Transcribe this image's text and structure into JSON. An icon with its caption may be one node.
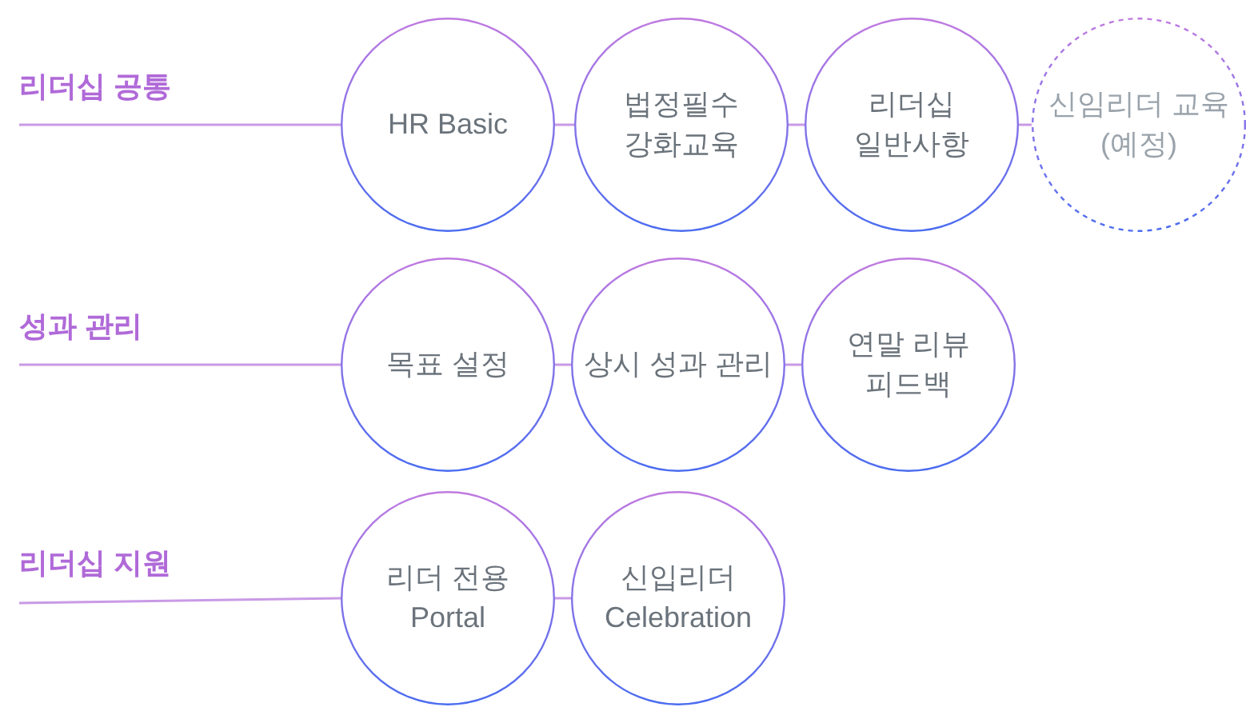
{
  "diagram": {
    "nodes": [
      {
        "text": [
          "리더십 공통"
        ]
      },
      {
        "text": [
          "HR Basic"
        ]
      },
      {
        "text": [
          "법정필수 강화교육"
        ]
      },
      {
        "text": [
          "리더십 일반사항"
        ]
      },
      {
        "text": [
          "신임리더 교육 (예정)"
        ]
      },
      {
        "text": [
          "성과 관리"
        ]
      },
      {
        "text": [
          "목표 설정"
        ]
      },
      {
        "text": [
          "상시 성과 관리"
        ]
      },
      {
        "text": [
          "연말 리뷰 피드백"
        ]
      },
      {
        "text": [
          "리더십 지원"
        ]
      },
      {
        "text": [
          "리더 전용 Portal"
        ]
      },
      {
        "text": [
          "신입리더 Celebration"
        ]
      }
    ],
    "edges": [
      {
        "from": 0,
        "to": 1,
        "arrow": "none"
      },
      {
        "from": 1,
        "to": 2,
        "arrow": "none"
      },
      {
        "from": 2,
        "to": 3,
        "arrow": "none"
      },
      {
        "from": 3,
        "to": 4,
        "arrow": "none"
      },
      {
        "from": 5,
        "to": 6,
        "arrow": "none"
      },
      {
        "from": 6,
        "to": 7,
        "arrow": "none"
      },
      {
        "from": 7,
        "to": 8,
        "arrow": "none"
      },
      {
        "from": 9,
        "to": 10,
        "arrow": "none"
      },
      {
        "from": 10,
        "to": 11,
        "arrow": "none"
      }
    ]
  }
}
